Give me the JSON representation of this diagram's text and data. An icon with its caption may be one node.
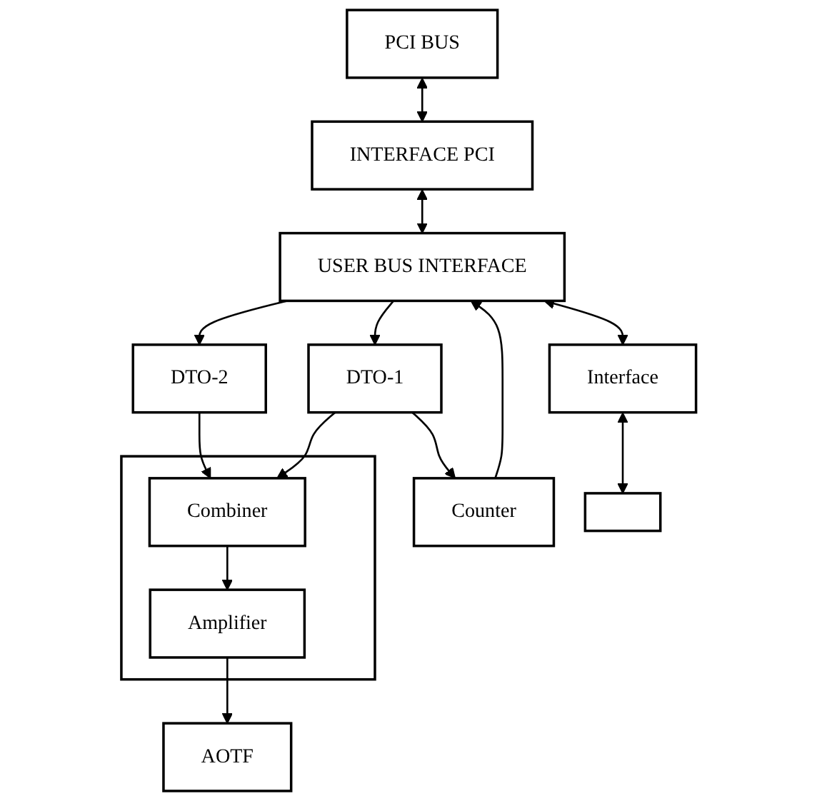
{
  "diagram": {
    "nodes": [
      {
        "text": [
          "PCI BUS"
        ]
      },
      {
        "text": [
          "INTERFACE PCI"
        ]
      },
      {
        "text": [
          "USER BUS INTERFACE"
        ]
      },
      {
        "text": [
          "Interface"
        ]
      },
      {
        "text": [
          "Counter"
        ]
      },
      {
        "text": [
          "DTO-2"
        ]
      },
      {
        "text": [
          "DTO-1"
        ]
      },
      {
        "text": [],
        "shape": "box"
      },
      {
        "text": [
          "Combiner"
        ],
        "in": 7
      },
      {
        "text": [
          "Amplifier"
        ],
        "in": 7
      },
      {
        "text": [],
        "shape": "box"
      },
      {
        "text": [
          "AOTF"
        ]
      }
    ],
    "edges": [
      {
        "from": 0,
        "to": 1,
        "arrow": "both"
      },
      {
        "from": 1,
        "to": 2,
        "arrow": "both"
      },
      {
        "from": 2,
        "to": 3,
        "arrow": "both"
      },
      {
        "from": 4,
        "to": 2,
        "arrow": "to"
      },
      {
        "from": 2,
        "to": 5,
        "arrow": "to"
      },
      {
        "from": 2,
        "to": 6,
        "arrow": "to"
      },
      {
        "from": 6,
        "to": 4,
        "arrow": "to"
      },
      {
        "from": 5,
        "to": 8,
        "arrow": "to"
      },
      {
        "from": 6,
        "to": 8,
        "arrow": "to"
      },
      {
        "from": 8,
        "to": 9,
        "arrow": "to"
      },
      {
        "from": 9,
        "to": 11,
        "arrow": "to"
      },
      {
        "from": 3,
        "to": 10,
        "arrow": "both"
      }
    ]
  }
}
